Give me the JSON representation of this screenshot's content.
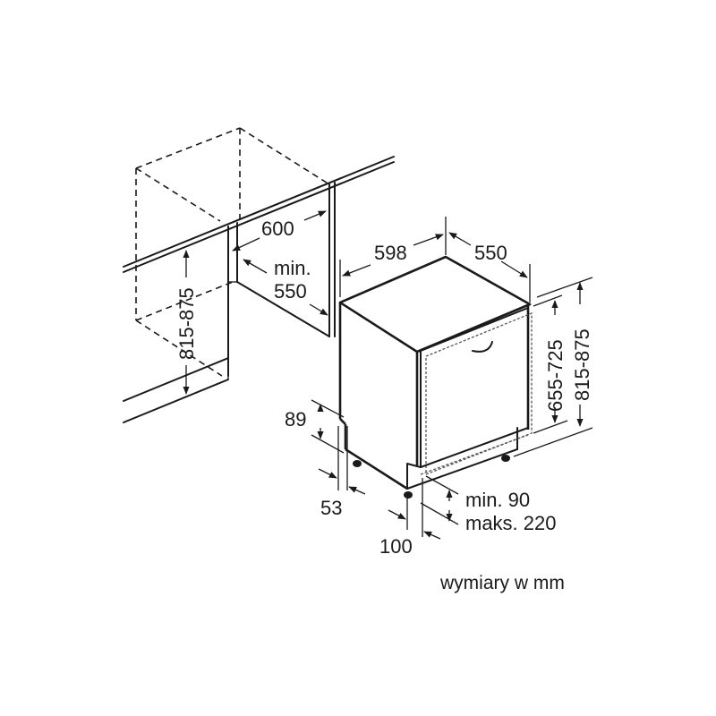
{
  "diagram": {
    "caption": "wymiary w mm",
    "niche": {
      "width_label": "600",
      "depth_label_line1": "min.",
      "depth_label_line2": "550",
      "height_label": "815-875"
    },
    "appliance": {
      "width_label": "598",
      "depth_label": "550",
      "height_label": "815-875",
      "door_height_label": "655-725",
      "plinth_height_label": "89",
      "plinth_setback_label": "53",
      "door_gap_label": "100",
      "toe_kick_label_line1": "min. 90",
      "toe_kick_label_line2": "maks. 220"
    }
  }
}
